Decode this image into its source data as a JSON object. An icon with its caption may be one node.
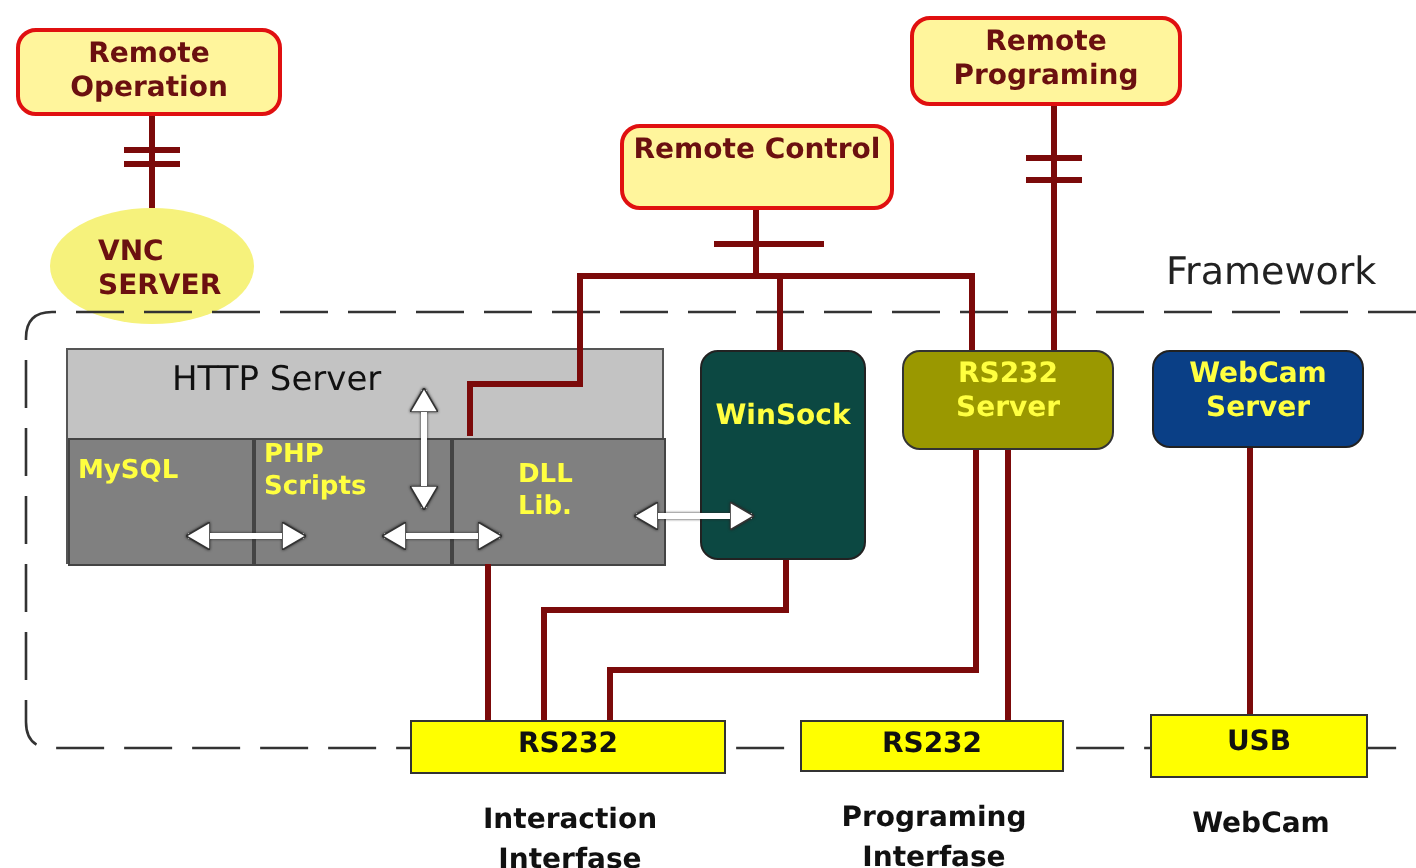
{
  "diagram": {
    "nodes": [
      {
        "text": [
          "Remote Operation"
        ]
      },
      {
        "text": [
          "VNC SERVER"
        ]
      },
      {
        "text": [
          "Remote Programing"
        ]
      },
      {
        "text": [
          "Remote Control"
        ]
      },
      {
        "text": [
          "Framework"
        ]
      },
      {
        "text": [
          "HTTP Server"
        ],
        "in": 4
      },
      {
        "text": [
          "MySQL"
        ],
        "in": 5
      },
      {
        "text": [
          "PHP Scripts"
        ],
        "in": 5
      },
      {
        "text": [
          "DLL Lib."
        ],
        "in": 5
      },
      {
        "text": [
          "WinSock"
        ],
        "in": 4
      },
      {
        "text": [
          "RS232 Server"
        ],
        "in": 4
      },
      {
        "text": [
          "WebCam Server"
        ],
        "in": 4
      },
      {
        "text": [
          "RS232"
        ],
        "beside": [
          "Interaction Interfase"
        ]
      },
      {
        "text": [
          "RS232"
        ],
        "beside": [
          "Programing Interfase"
        ]
      },
      {
        "text": [
          "USB"
        ],
        "beside": [
          "WebCam"
        ]
      }
    ],
    "edges": [
      {
        "from": 0,
        "to": 1,
        "arrow": "none"
      },
      {
        "from": 2,
        "to": 10,
        "arrow": "none"
      },
      {
        "from": 3,
        "to": 9,
        "arrow": "none"
      },
      {
        "from": 3,
        "to": 10,
        "arrow": "none"
      },
      {
        "from": 3,
        "to": 8,
        "arrow": "none"
      },
      {
        "from": 6,
        "to": 7,
        "arrow": "both",
        "color": "#ffffff"
      },
      {
        "from": 7,
        "to": 8,
        "arrow": "both",
        "color": "#ffffff"
      },
      {
        "from": 5,
        "to": 7,
        "arrow": "both",
        "color": "#ffffff"
      },
      {
        "from": 8,
        "to": 9,
        "arrow": "both",
        "color": "#ffffff"
      },
      {
        "from": 8,
        "to": 12,
        "arrow": "none"
      },
      {
        "from": 9,
        "to": 12,
        "arrow": "none"
      },
      {
        "from": 10,
        "to": 12,
        "arrow": "none"
      },
      {
        "from": 10,
        "to": 13,
        "arrow": "none"
      },
      {
        "from": 11,
        "to": 14,
        "arrow": "none"
      }
    ]
  }
}
